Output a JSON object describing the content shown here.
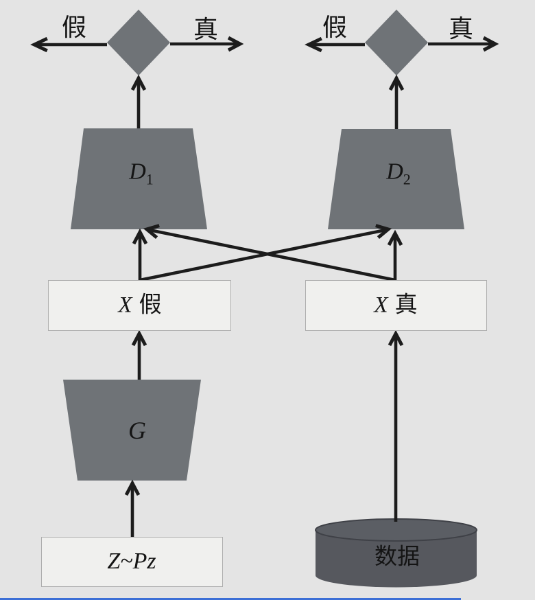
{
  "colors": {
    "background": "#e4e4e4",
    "shape_gray": "#6f7377",
    "cylinder_body": "#56585e",
    "cylinder_top": "#5b5e64",
    "cylinder_rim": "#3f4147",
    "box_fill": "#f0f0ee",
    "box_border": "#aeaeae",
    "arrow": "#1c1c1c",
    "text": "#141414",
    "progress_bar": "#3c6fd6"
  },
  "labels": {
    "fake_left": "假",
    "true_left": "真",
    "fake_right": "假",
    "true_right": "真",
    "d1_base": "D",
    "d1_sub": "1",
    "d2_base": "D",
    "d2_sub": "2",
    "generator": "G",
    "x_fake_var": "X",
    "x_fake_tag": "假",
    "x_real_var": "X",
    "x_real_tag": "真",
    "z_input": "Z~Pz",
    "dataset": "数据"
  }
}
